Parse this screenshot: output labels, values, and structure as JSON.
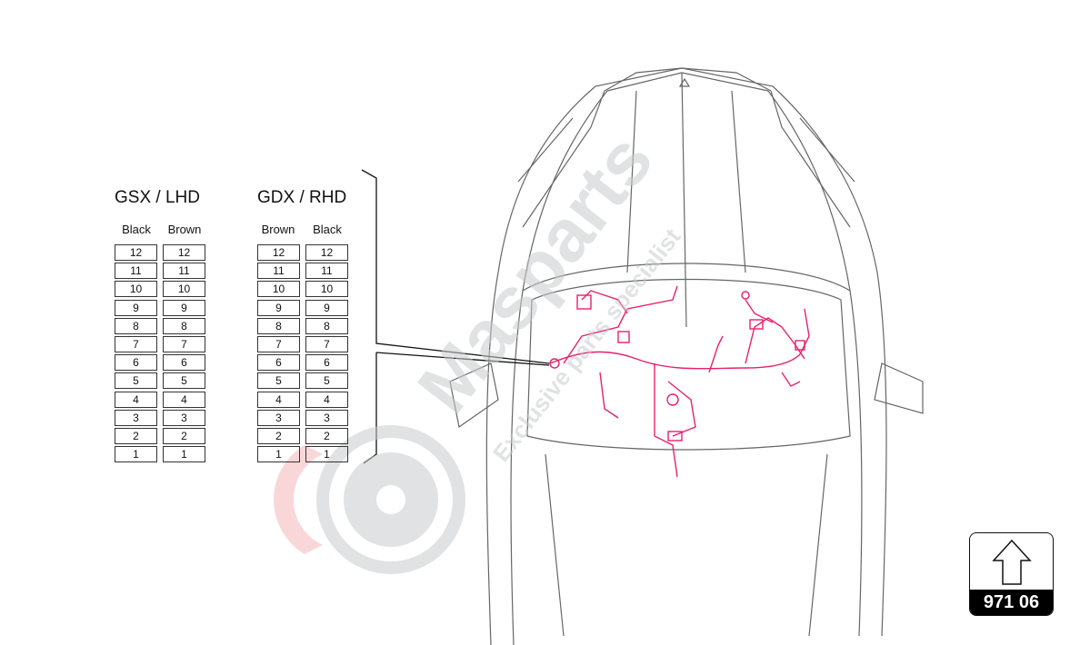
{
  "watermark": {
    "brand": "Masparts",
    "tagline": "Exclusive parts specialist"
  },
  "lhd": {
    "title": "GSX / LHD",
    "columns": [
      "Black",
      "Brown"
    ],
    "rows": [
      "12",
      "11",
      "10",
      "9",
      "8",
      "7",
      "6",
      "5",
      "4",
      "3",
      "2",
      "1"
    ]
  },
  "rhd": {
    "title": "GDX / RHD",
    "columns": [
      "Brown",
      "Black"
    ],
    "rows": [
      "12",
      "11",
      "10",
      "9",
      "8",
      "7",
      "6",
      "5",
      "4",
      "3",
      "2",
      "1"
    ]
  },
  "badge": {
    "icon": "arrow-up-icon",
    "code": "971 06"
  },
  "colors": {
    "harness": "#e8206e",
    "outline": "#555555",
    "watermark": "#c8cacc",
    "logo_red": "#f4b6b8"
  }
}
